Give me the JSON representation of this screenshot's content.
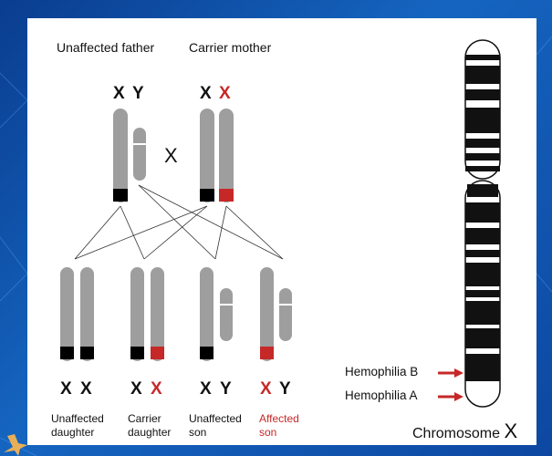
{
  "parents": {
    "father": {
      "label": "Unaffected father",
      "chr1": "X",
      "chr2": "Y"
    },
    "mother": {
      "label": "Carrier mother",
      "chr1": "X",
      "chr2": "X"
    },
    "cross_symbol": "X"
  },
  "children": [
    {
      "chr1": "X",
      "chr2": "X",
      "label_line1": "Unaffected",
      "label_line2": "daughter"
    },
    {
      "chr1": "X",
      "chr2": "X",
      "label_line1": "Carrier",
      "label_line2": "daughter"
    },
    {
      "chr1": "X",
      "chr2": "Y",
      "label_line1": "Unaffected",
      "label_line2": "son"
    },
    {
      "chr1": "X",
      "chr2": "Y",
      "label_line1": "Affected",
      "label_line2": "son"
    }
  ],
  "chromosome_x": {
    "title_prefix": "Chromosome",
    "title_letter": "X",
    "annotations": [
      "Hemophilia B",
      "Hemophilia A"
    ]
  },
  "colors": {
    "chromosome_gray": "#9e9e9e",
    "normal_band": "#000000",
    "affected_band": "#c62828",
    "arrow": "#c62828",
    "background": "#1565c0"
  }
}
